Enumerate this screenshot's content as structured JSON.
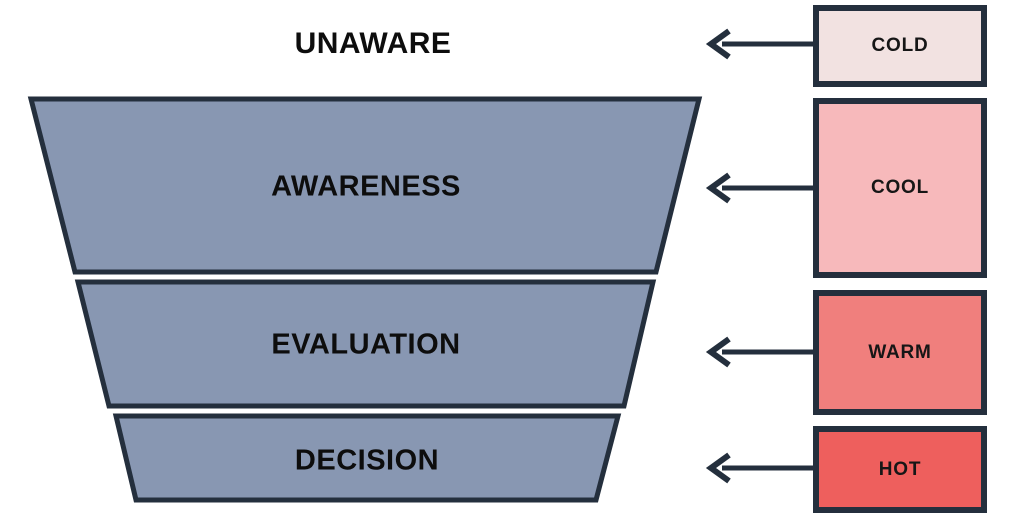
{
  "funnel": {
    "top_label": "UNAWARE",
    "stages": [
      {
        "label": "AWARENESS"
      },
      {
        "label": "EVALUATION"
      },
      {
        "label": "DECISION"
      }
    ]
  },
  "temperature_boxes": [
    {
      "label": "COLD",
      "color": "#f2e2e1"
    },
    {
      "label": "COOL",
      "color": "#f7b9bb"
    },
    {
      "label": "WARM",
      "color": "#f07f7d"
    },
    {
      "label": "HOT",
      "color": "#ee5f5d"
    }
  ],
  "colors": {
    "funnel_fill": "#8897b2",
    "outline": "#242f3d",
    "arrow": "#242f3d"
  }
}
